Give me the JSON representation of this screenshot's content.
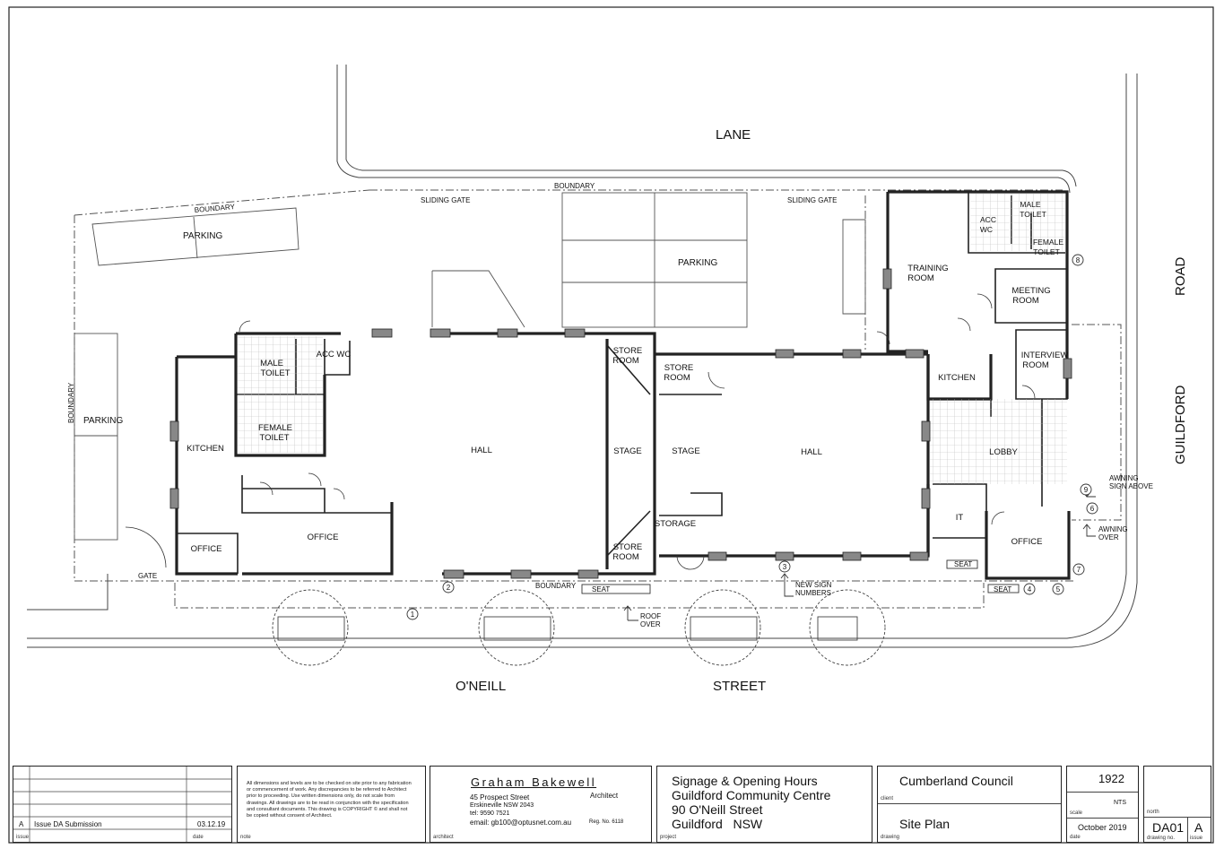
{
  "streets": {
    "lane": "LANE",
    "road": "ROAD",
    "guildford": "GUILDFORD",
    "oneill": "O'NEILL",
    "street": "STREET"
  },
  "site_labels": {
    "boundary": "BOUNDARY",
    "sliding_gate": "SLIDING GATE",
    "gate": "GATE",
    "parking": "PARKING",
    "seat": "SEAT",
    "roof_over": [
      "ROOF",
      "OVER"
    ],
    "new_sign_numbers": [
      "NEW SIGN",
      "NUMBERS"
    ],
    "awning_sign_above": [
      "AWNING",
      "SIGN ABOVE"
    ],
    "awning_over": [
      "AWNING",
      "OVER"
    ]
  },
  "rooms": {
    "male_toilet": [
      "MALE",
      "TOILET"
    ],
    "acc_wc": "ACC WC",
    "female_toilet": [
      "FEMALE",
      "TOILET"
    ],
    "kitchen": "KITCHEN",
    "office": "OFFICE",
    "hall": "HALL",
    "stage": "STAGE",
    "store_room": [
      "STORE",
      "ROOM"
    ],
    "storage": "STORAGE",
    "training_room": [
      "TRAINING",
      "ROOM"
    ],
    "meeting_room": [
      "MEETING",
      "ROOM"
    ],
    "interview_room": [
      "INTERVIEW",
      "ROOM"
    ],
    "lobby": "LOBBY",
    "it": "IT",
    "acc_wc_2": [
      "ACC",
      "WC"
    ],
    "male_toilet_2": [
      "MALE",
      "TOILET"
    ],
    "female_toilet_2": [
      "FEMALE",
      "TOILET"
    ]
  },
  "sign_markers": [
    "1",
    "2",
    "3",
    "4",
    "5",
    "6",
    "7",
    "8",
    "9"
  ],
  "title_block": {
    "issue_rows": [
      {
        "issue": "A",
        "note": "Issue DA Submission",
        "date": "03.12.19"
      }
    ],
    "issue_caption": "issue",
    "note_caption": "note",
    "date_caption": "date",
    "notes_text": "All dimensions and levels are to be checked on site prior to any fabrication or commencement of work. Any discrepancies to be referred to Architect prior to proceeding. Use written dimensions only, do not scale from drawings. All drawings are to be read in conjunction with the specification and consultant documents. This drawing is COPYRIGHT © and shall not be copied without consent of Architect.",
    "architect_name": "Graham Bakewell",
    "architect_role": "Architect",
    "architect_address1": "45 Prospect Street",
    "architect_address2": "Erskineville NSW 2043",
    "architect_tel": "tel: 9590 7521",
    "architect_email": "email: gb100@optusnet.com.au",
    "architect_reg": "Reg. No. 6118",
    "architect_caption": "architect",
    "project_line1": "Signage & Opening Hours",
    "project_line2": "Guildford Community Centre",
    "project_line3": "90 O'Neill Street",
    "project_line4": "Guildford   NSW",
    "project_caption": "project",
    "client": "Cumberland Council",
    "client_caption": "client",
    "drawing": "Site Plan",
    "drawing_caption": "drawing",
    "project_no": "1922",
    "scale": "NTS",
    "scale_caption": "scale",
    "date": "October 2019",
    "north_caption": "north",
    "drawing_no": "DA01",
    "drawing_no_caption": "drawing no.",
    "issue": "A"
  }
}
